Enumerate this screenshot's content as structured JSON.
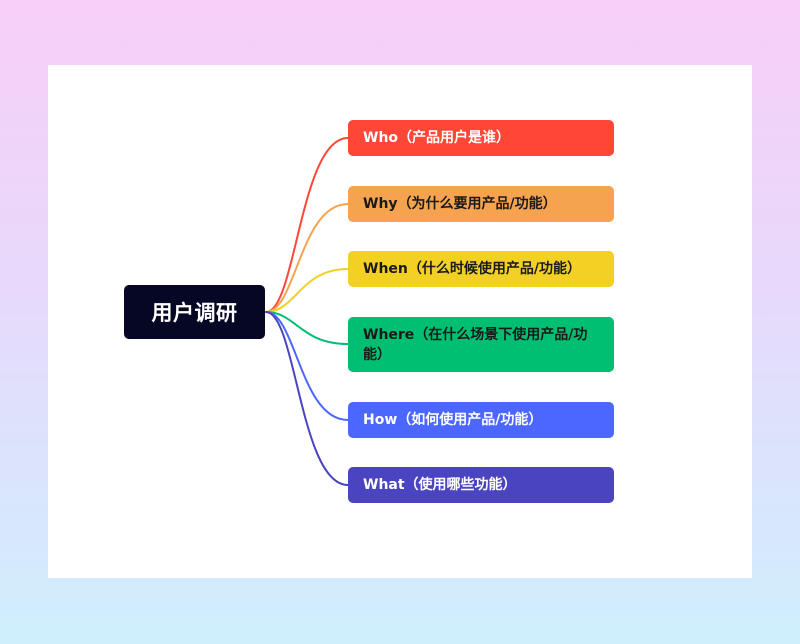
{
  "mindmap": {
    "root": {
      "label": "用户调研"
    },
    "branches": [
      {
        "label": "Who（产品用户是谁）",
        "color": "#ff4637",
        "text_color": "#ffffff"
      },
      {
        "label": "Why（为什么要用产品/功能）",
        "color": "#f5a34f",
        "text_color": "#1a1a1a"
      },
      {
        "label": "When（什么时候使用产品/功能）",
        "color": "#f2d124",
        "text_color": "#1a1a1a"
      },
      {
        "label": "Where（在什么场景下使用产品/功能）",
        "color": "#00bf73",
        "text_color": "#1a1a1a"
      },
      {
        "label": "How（如何使用产品/功能）",
        "color": "#4b67ff",
        "text_color": "#ffffff"
      },
      {
        "label": "What（使用哪些功能）",
        "color": "#4b44c0",
        "text_color": "#ffffff"
      }
    ]
  }
}
